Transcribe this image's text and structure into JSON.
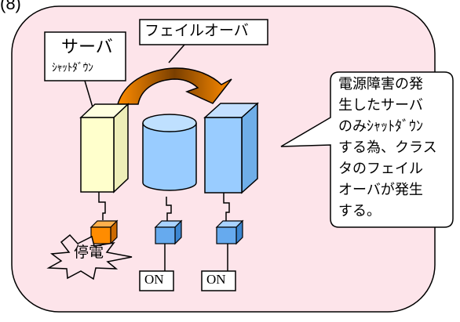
{
  "corner_label": "(8)",
  "server_label": {
    "line1": "サーバ",
    "line2": "ｼｬｯﾄﾀﾞｳﾝ"
  },
  "failover_label": "フェイルオーバ",
  "outage_label": "停電",
  "switches": [
    {
      "label": "ON"
    },
    {
      "label": "ON"
    }
  ],
  "note_lines": [
    "電源障害の発",
    "生したサーバ",
    "のみｼｬｯﾄﾀﾞｳﾝ",
    "する為、クラス",
    "タのフェイル",
    "オーバが発生",
    "する。"
  ],
  "colors": {
    "background_panel": "#fde4ea",
    "server_down": "#ffffcc",
    "server_active": "#99ccff",
    "arrow": "#ff8c00",
    "switch_on": "#66aaee",
    "switch_off": "#ff8c00"
  }
}
